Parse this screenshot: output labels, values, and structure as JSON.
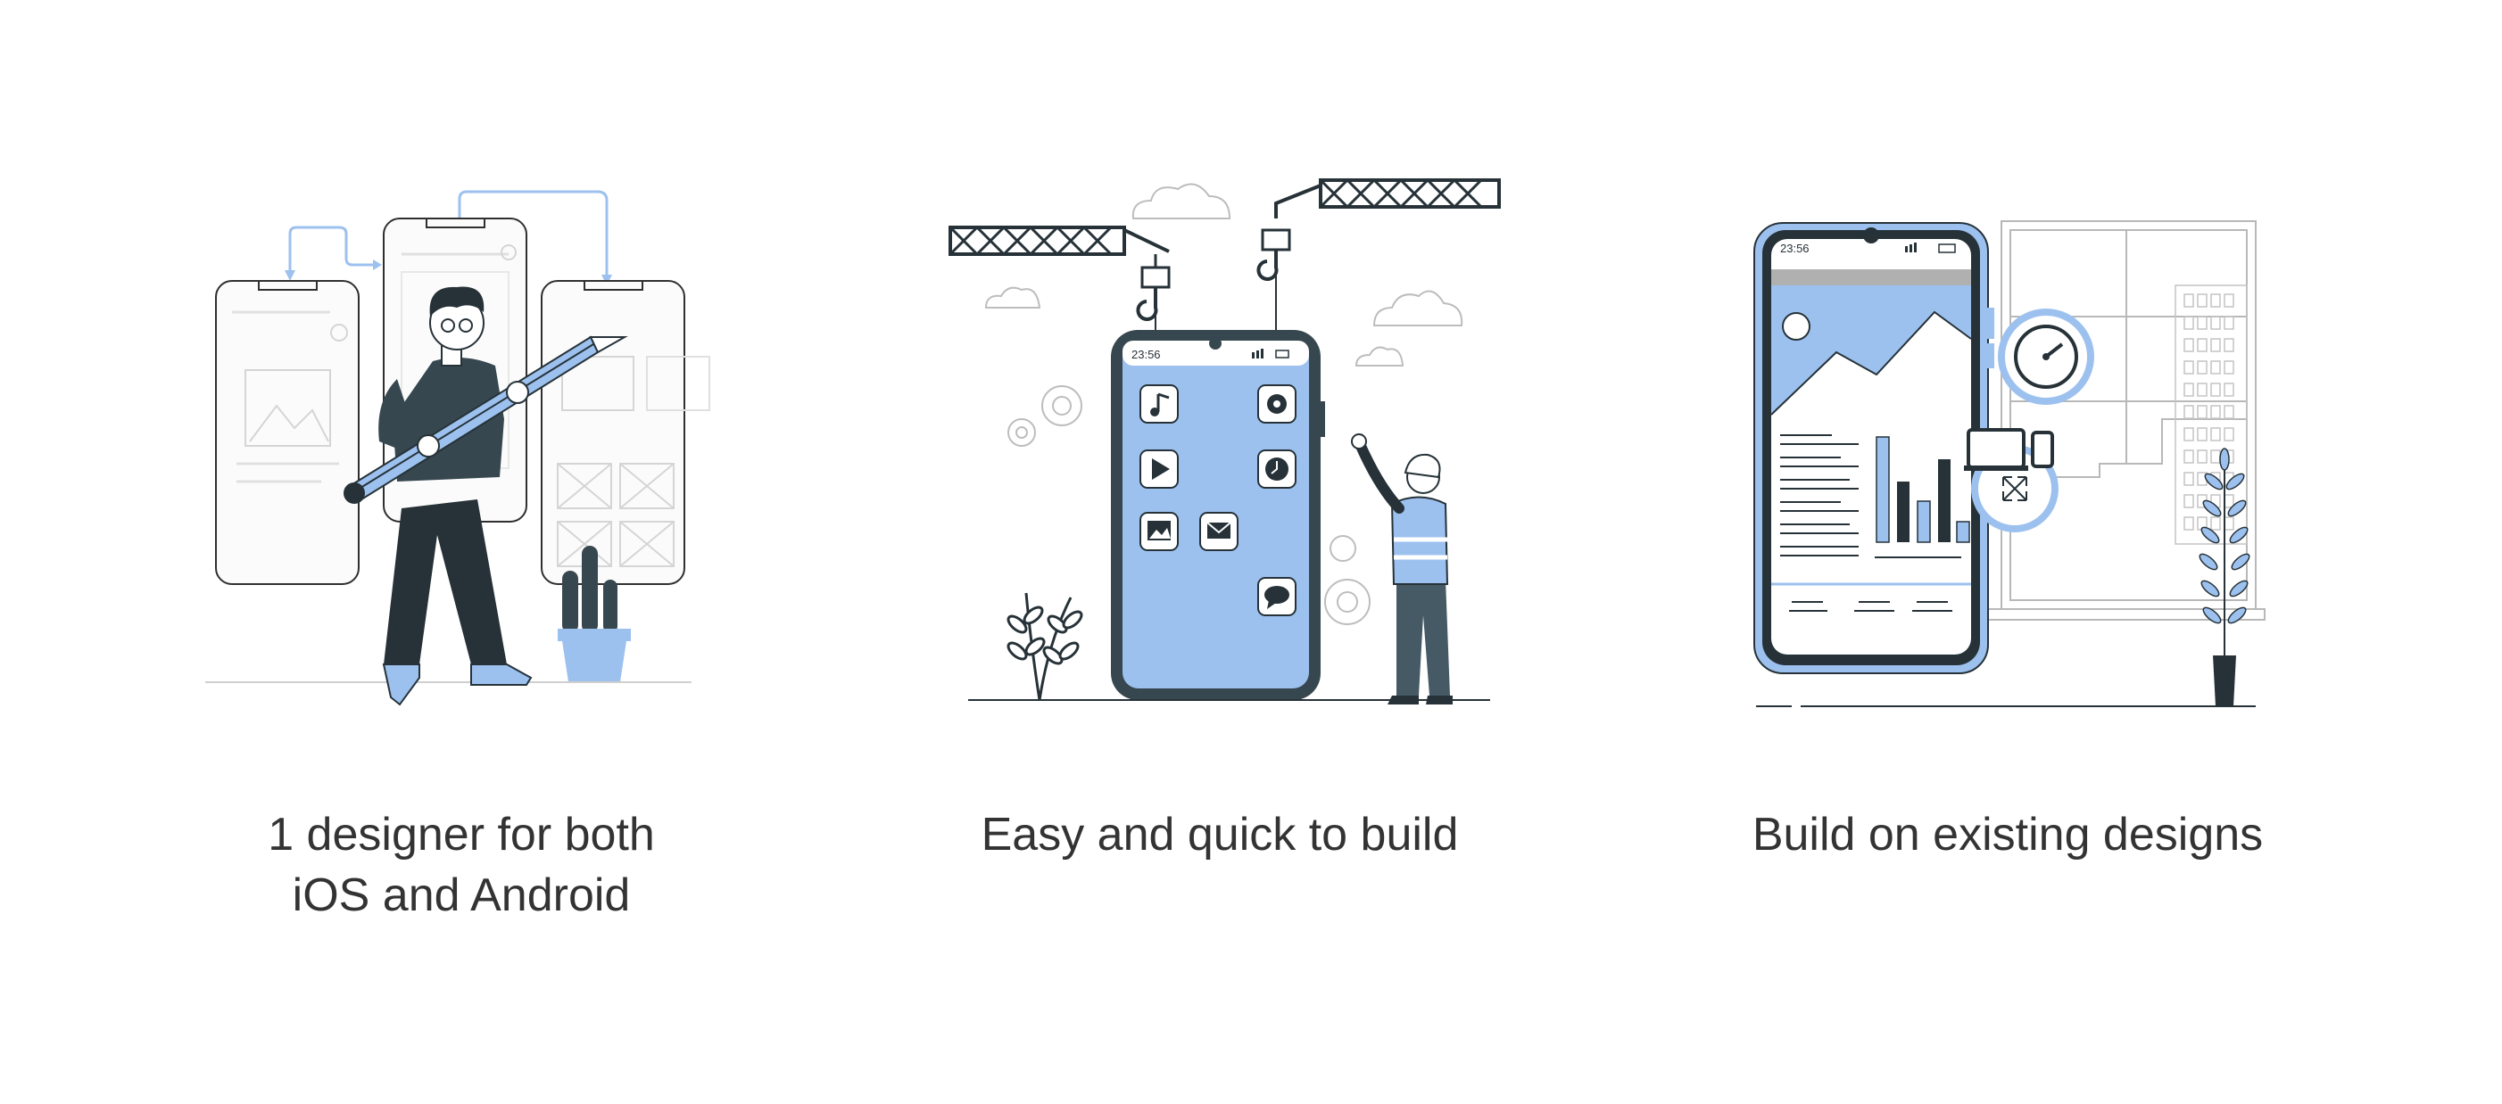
{
  "colors": {
    "accent": "#9dc1ef",
    "ink": "#263238",
    "line": "#b8b8b8",
    "text": "#333333"
  },
  "features": [
    {
      "id": "designer",
      "icon": "designer-with-pencil-icon",
      "caption_lines": [
        "1 designer for both",
        "iOS and Android"
      ]
    },
    {
      "id": "build",
      "icon": "crane-building-app-icon",
      "phone_time": "23:56",
      "caption_lines": [
        "Easy and quick to build"
      ]
    },
    {
      "id": "existing",
      "icon": "existing-design-phone-icon",
      "phone_time": "23:56",
      "caption_lines": [
        "Build on existing designs"
      ]
    }
  ]
}
